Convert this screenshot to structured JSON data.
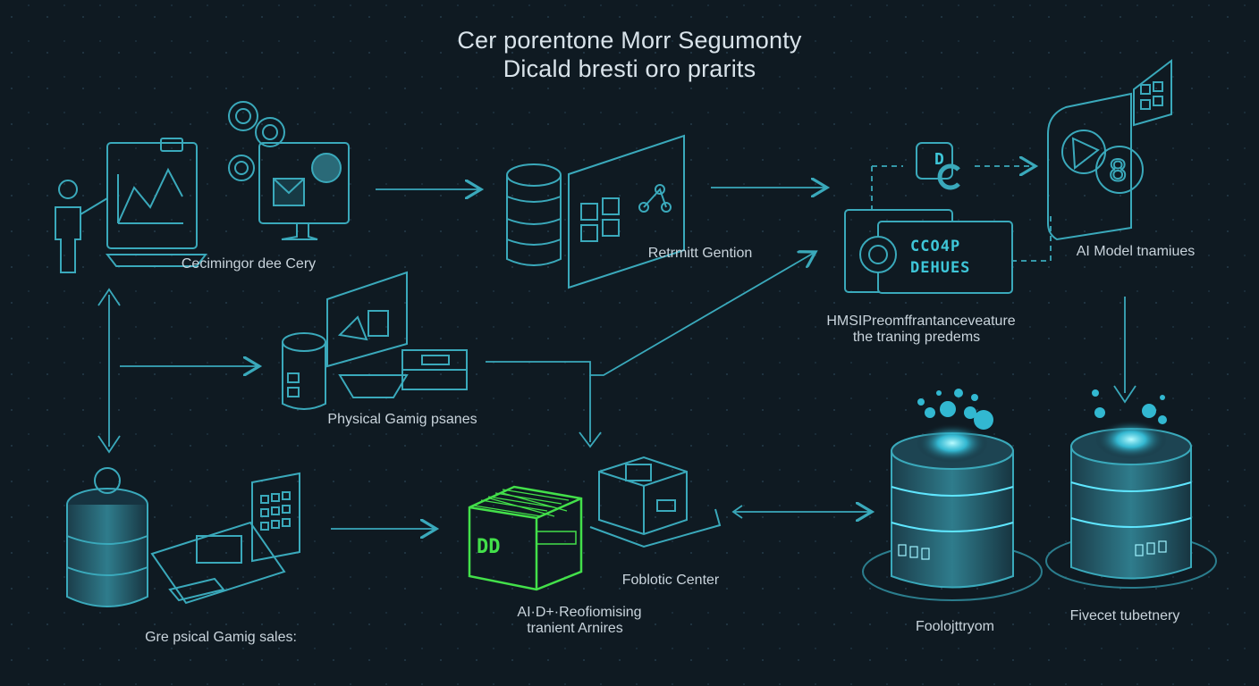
{
  "title": {
    "line1": "Cer porentone Morr Segumonty",
    "line2": "Dicald bresti oro prarits"
  },
  "nodes": {
    "cecimingor": {
      "label": "Cecimingor dee Cery"
    },
    "retrimit": {
      "label": "Retrmitt Gention"
    },
    "ai_model": {
      "label": "AI Model tnamiues"
    },
    "hmsi": {
      "label_line1": "HMSIPreomffrantanceveature",
      "label_line2": "the traning predems",
      "screen_line1": "CCO4P",
      "screen_line2": "DEHUES"
    },
    "physical": {
      "label": "Physical Gamig psanes"
    },
    "gre": {
      "label": "Gre psical Gamig sales:"
    },
    "ai_proc": {
      "label_line1": "AI·D+·Reofiomising",
      "label_line2": "tranient Arnires",
      "cube_text": "DD"
    },
    "foblotic": {
      "label": "Foblotic Center"
    },
    "foolojt": {
      "label": "Foolojttryom"
    },
    "fivecet": {
      "label": "Fivecet tubetnery"
    }
  },
  "colors": {
    "background": "#0f1a22",
    "line": "#3aa9bb",
    "accent": "#3ec6d8",
    "glow": "#5fe6ff",
    "green": "#43e04a",
    "text": "#c9d4dc"
  }
}
